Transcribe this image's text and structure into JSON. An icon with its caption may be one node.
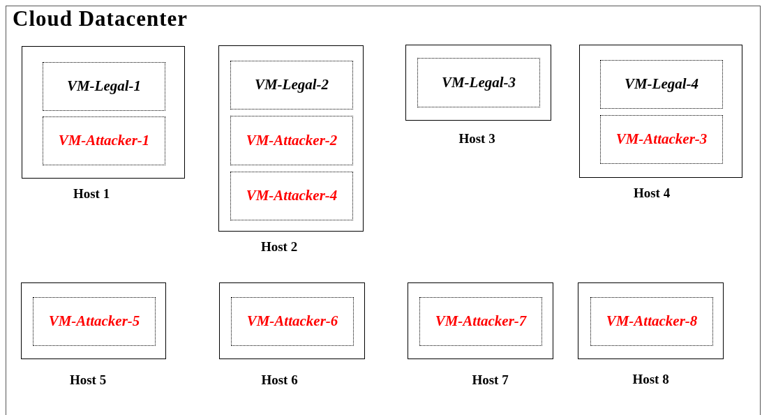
{
  "diagram": {
    "nodes": [
      {
        "text": [
          "Cloud Datacenter"
        ]
      },
      {
        "text": [
          "Host 1"
        ],
        "in": 0
      },
      {
        "text": [
          "VM-Legal-1"
        ],
        "in": 1
      },
      {
        "text": [
          "VM-Attacker-1"
        ],
        "in": 1
      },
      {
        "text": [
          "Host 2"
        ],
        "in": 0
      },
      {
        "text": [
          "VM-Legal-2"
        ],
        "in": 4
      },
      {
        "text": [
          "VM-Attacker-2"
        ],
        "in": 4
      },
      {
        "text": [
          "VM-Attacker-4"
        ],
        "in": 4
      },
      {
        "text": [
          "Host 3"
        ],
        "in": 0
      },
      {
        "text": [
          "VM-Legal-3"
        ],
        "in": 8
      },
      {
        "text": [
          "Host 4"
        ],
        "in": 0
      },
      {
        "text": [
          "VM-Legal-4"
        ],
        "in": 10
      },
      {
        "text": [
          "VM-Attacker-3"
        ],
        "in": 10
      },
      {
        "text": [
          "Host 5"
        ],
        "in": 0
      },
      {
        "text": [
          "VM-Attacker-5"
        ],
        "in": 13
      },
      {
        "text": [
          "Host 6"
        ],
        "in": 0
      },
      {
        "text": [
          "VM-Attacker-6"
        ],
        "in": 15
      },
      {
        "text": [
          "Host 7"
        ],
        "in": 0
      },
      {
        "text": [
          "VM-Attacker-7"
        ],
        "in": 17
      },
      {
        "text": [
          "Host 8"
        ],
        "in": 0
      },
      {
        "text": [
          "VM-Attacker-8"
        ],
        "in": 19
      }
    ]
  }
}
